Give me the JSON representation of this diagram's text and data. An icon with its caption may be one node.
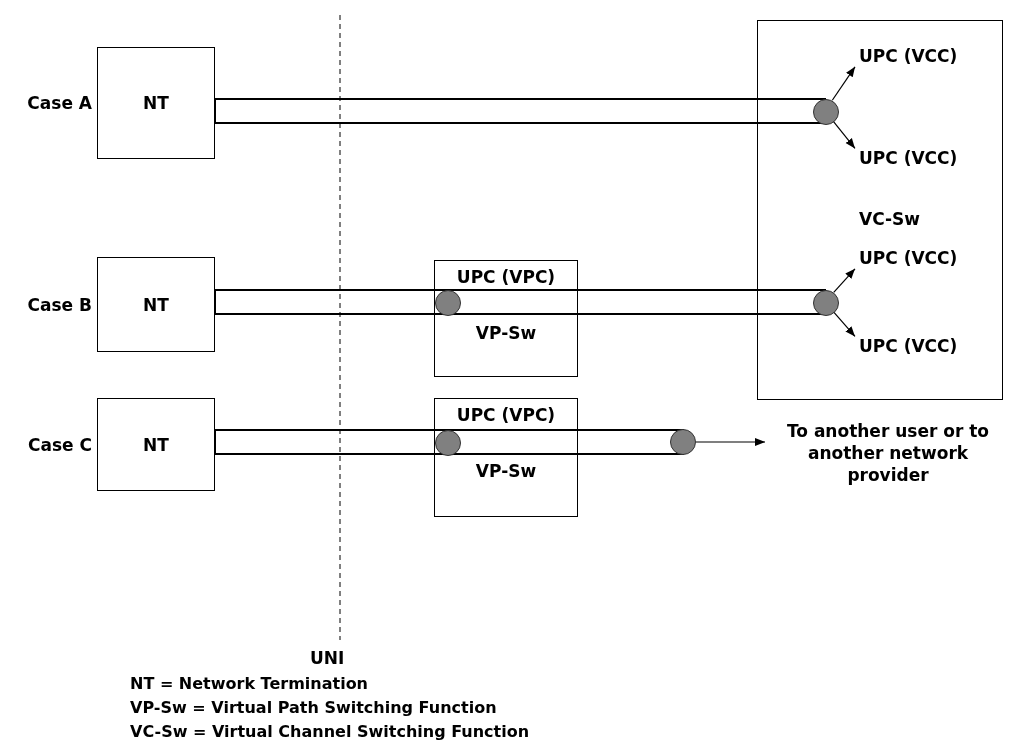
{
  "diagram": {
    "nodes": [
      {
        "text": [
          "NT"
        ],
        "beside": [
          "Case A"
        ]
      },
      {
        "text": [
          "NT"
        ],
        "beside": [
          "Case B"
        ]
      },
      {
        "text": [
          "NT"
        ],
        "beside": [
          "Case C"
        ]
      },
      {
        "text": [
          "VC-Sw"
        ]
      },
      {
        "text": [
          "UPC (VPC)",
          "VP-Sw"
        ]
      },
      {
        "text": [
          "UPC (VPC)",
          "VP-Sw"
        ]
      },
      {
        "text": [],
        "shape": "circle",
        "in": 3
      },
      {
        "text": [],
        "shape": "circle",
        "in": 4
      },
      {
        "text": [],
        "shape": "circle",
        "in": 3
      },
      {
        "text": [],
        "shape": "circle",
        "in": 5
      },
      {
        "text": [],
        "shape": "circle"
      },
      {
        "text": [
          "UPC (VCC)"
        ],
        "in": 3
      },
      {
        "text": [
          "UPC (VCC)"
        ],
        "in": 3
      },
      {
        "text": [
          "UPC (VCC)"
        ],
        "in": 3
      },
      {
        "text": [
          "UPC (VCC)"
        ],
        "in": 3
      },
      {
        "text": [
          "To another user or to another network provider"
        ]
      }
    ],
    "edges": [
      {
        "from": 0,
        "to": 6,
        "arrow": "none"
      },
      {
        "from": 1,
        "to": 7,
        "arrow": "none"
      },
      {
        "from": 7,
        "to": 8,
        "arrow": "none"
      },
      {
        "from": 2,
        "to": 9,
        "arrow": "none"
      },
      {
        "from": 9,
        "to": 10,
        "arrow": "none"
      },
      {
        "from": 6,
        "to": 11,
        "arrow": "to"
      },
      {
        "from": 6,
        "to": 12,
        "arrow": "to"
      },
      {
        "from": 8,
        "to": 13,
        "arrow": "to"
      },
      {
        "from": 8,
        "to": 14,
        "arrow": "to"
      },
      {
        "from": 10,
        "to": 15,
        "arrow": "to"
      }
    ],
    "labels": [
      "UNI",
      "NT = Network Termination",
      "VP-Sw = Virtual Path Switching Function",
      "VC-Sw = Virtual Channel Switching Function"
    ]
  }
}
